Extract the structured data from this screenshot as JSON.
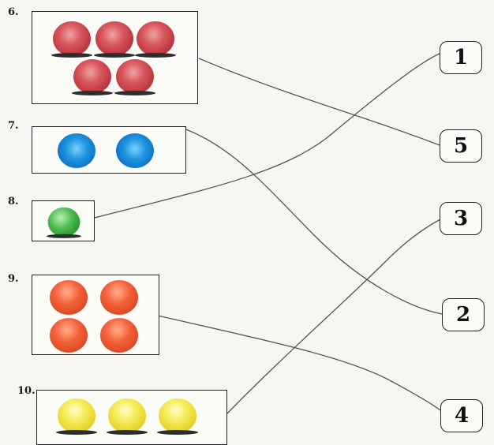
{
  "exercise": {
    "items": [
      {
        "label": "6.",
        "count": 5,
        "color": "#c9454c",
        "color_name": "red"
      },
      {
        "label": "7.",
        "count": 2,
        "color": "#1589d6",
        "color_name": "blue"
      },
      {
        "label": "8.",
        "count": 1,
        "color": "#2f9e35",
        "color_name": "green"
      },
      {
        "label": "9.",
        "count": 4,
        "color": "#ea5433",
        "color_name": "orange"
      },
      {
        "label": "10.",
        "count": 3,
        "color": "#ece247",
        "color_name": "yellow"
      }
    ],
    "answers": [
      "1",
      "5",
      "3",
      "2",
      "4"
    ],
    "matches": [
      {
        "item": "6.",
        "answer": "5"
      },
      {
        "item": "7.",
        "answer": "2"
      },
      {
        "item": "8.",
        "answer": "1"
      },
      {
        "item": "9.",
        "answer": "4"
      },
      {
        "item": "10.",
        "answer": "3"
      }
    ],
    "line_color": "#555555"
  }
}
